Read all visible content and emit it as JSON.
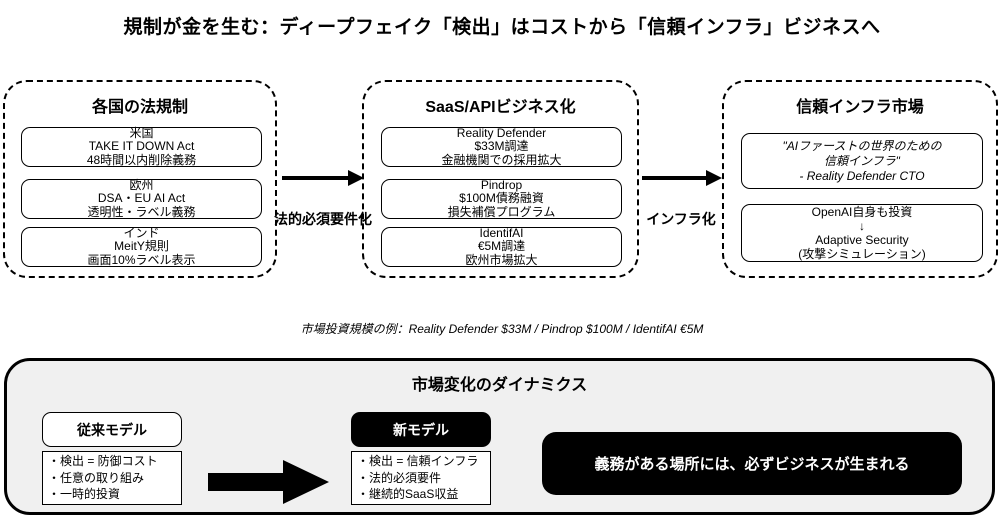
{
  "title": "規制が金を生む：ディープフェイク「検出」はコストから「信頼インフラ」ビジネスへ",
  "flow": {
    "columns": [
      {
        "heading": "各国の法規制",
        "boxes": [
          [
            "米国",
            "TAKE IT DOWN Act",
            "48時間以内削除義務"
          ],
          [
            "欧州",
            "DSA・EU AI Act",
            "透明性・ラベル義務"
          ],
          [
            "インド",
            "MeitY規則",
            "画面10%ラベル表示"
          ]
        ]
      },
      {
        "heading": "SaaS/APIビジネス化",
        "boxes": [
          [
            "Reality Defender",
            "$33M調達",
            "金融機関での採用拡大"
          ],
          [
            "Pindrop",
            "$100M債務融資",
            "損失補償プログラム"
          ],
          [
            "IdentifAI",
            "€5M調達",
            "欧州市場拡大"
          ]
        ]
      },
      {
        "heading": "信頼インフラ市場",
        "quote": [
          "\"AIファーストの世界のための",
          "信頼インフラ\"",
          "- Reality Defender CTO"
        ],
        "investment": [
          "OpenAI自身も投資",
          "↓",
          "Adaptive Security",
          "(攻撃シミュレーション)"
        ]
      }
    ],
    "arrow1_label": "法的必須要件化",
    "arrow2_label": "インフラ化"
  },
  "note": "市場投資規模の例：Reality Defender $33M / Pindrop $100M / IdentifAI €5M",
  "dynamics": {
    "title": "市場変化のダイナミクス",
    "old_model": {
      "label": "従来モデル",
      "items": [
        "・検出 = 防御コスト",
        "・任意の取り組み",
        "・一時的投資"
      ]
    },
    "new_model": {
      "label": "新モデル",
      "items": [
        "・検出 = 信頼インフラ",
        "・法的必須要件",
        "・継続的SaaS収益"
      ]
    },
    "conclusion": "義務がある場所には、必ずビジネスが生まれる"
  },
  "colors": {
    "foreground": "#000000",
    "background": "#ffffff",
    "panel_background": "#f0f0f0"
  }
}
